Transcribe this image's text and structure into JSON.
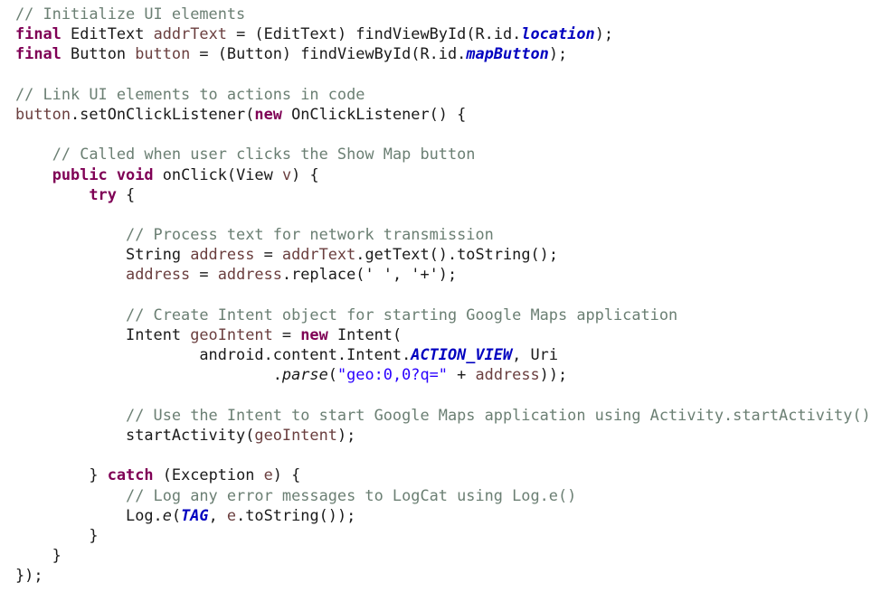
{
  "colors": {
    "comment": "#6b7f73",
    "keyword": "#7f0055",
    "variable": "#6a3e3e",
    "string": "#2a00ff",
    "static_field": "#0000c0"
  },
  "code_lines": [
    [
      [
        "// Initialize UI elements",
        "c"
      ]
    ],
    [
      [
        "final",
        "k"
      ],
      [
        " EditText ",
        ""
      ],
      [
        "addrText",
        "v"
      ],
      [
        " = (EditText) findViewById(R.id.",
        ""
      ],
      [
        "location",
        "f"
      ],
      [
        ");",
        ""
      ]
    ],
    [
      [
        "final",
        "k"
      ],
      [
        " Button ",
        ""
      ],
      [
        "button",
        "v"
      ],
      [
        " = (Button) findViewById(R.id.",
        ""
      ],
      [
        "mapButton",
        "f"
      ],
      [
        ");",
        ""
      ]
    ],
    [],
    [
      [
        "// Link UI elements to actions in code",
        "c"
      ]
    ],
    [
      [
        "button",
        "v"
      ],
      [
        ".setOnClickListener(",
        ""
      ],
      [
        "new",
        "k"
      ],
      [
        " OnClickListener() {",
        ""
      ]
    ],
    [],
    [
      [
        "    ",
        ""
      ],
      [
        "// Called when user clicks the Show Map button",
        "c"
      ]
    ],
    [
      [
        "    ",
        ""
      ],
      [
        "public",
        "k"
      ],
      [
        " ",
        ""
      ],
      [
        "void",
        "k"
      ],
      [
        " onClick(View ",
        ""
      ],
      [
        "v",
        "v"
      ],
      [
        ") {",
        ""
      ]
    ],
    [
      [
        "        ",
        ""
      ],
      [
        "try",
        "k"
      ],
      [
        " {",
        ""
      ]
    ],
    [],
    [
      [
        "            ",
        ""
      ],
      [
        "// Process text for network transmission",
        "c"
      ]
    ],
    [
      [
        "            String ",
        ""
      ],
      [
        "address",
        "v"
      ],
      [
        " = ",
        ""
      ],
      [
        "addrText",
        "v"
      ],
      [
        ".getText().toString();",
        ""
      ]
    ],
    [
      [
        "            ",
        ""
      ],
      [
        "address",
        "v"
      ],
      [
        " = ",
        ""
      ],
      [
        "address",
        "v"
      ],
      [
        ".replace(' ', '+');",
        ""
      ]
    ],
    [],
    [
      [
        "            ",
        ""
      ],
      [
        "// Create Intent object for starting Google Maps application",
        "c"
      ]
    ],
    [
      [
        "            Intent ",
        ""
      ],
      [
        "geoIntent",
        "v"
      ],
      [
        " = ",
        ""
      ],
      [
        "new",
        "k"
      ],
      [
        " Intent(",
        ""
      ]
    ],
    [
      [
        "                    android.content.Intent.",
        ""
      ],
      [
        "ACTION_VIEW",
        "f"
      ],
      [
        ", Uri",
        ""
      ]
    ],
    [
      [
        "                            .",
        ""
      ],
      [
        "parse",
        "m"
      ],
      [
        "(",
        ""
      ],
      [
        "\"geo:0,0?q=\"",
        "s"
      ],
      [
        " + ",
        ""
      ],
      [
        "address",
        "v"
      ],
      [
        "));",
        ""
      ]
    ],
    [],
    [
      [
        "            ",
        ""
      ],
      [
        "// Use the Intent to start Google Maps application using Activity.startActivity()",
        "c"
      ]
    ],
    [
      [
        "            startActivity(",
        ""
      ],
      [
        "geoIntent",
        "v"
      ],
      [
        ");",
        ""
      ]
    ],
    [],
    [
      [
        "        } ",
        ""
      ],
      [
        "catch",
        "k"
      ],
      [
        " (Exception ",
        ""
      ],
      [
        "e",
        "v"
      ],
      [
        ") {",
        ""
      ]
    ],
    [
      [
        "            ",
        ""
      ],
      [
        "// Log any error messages to LogCat using Log.e()",
        "c"
      ]
    ],
    [
      [
        "            Log.",
        ""
      ],
      [
        "e",
        "m"
      ],
      [
        "(",
        ""
      ],
      [
        "TAG",
        "f"
      ],
      [
        ", ",
        ""
      ],
      [
        "e",
        "v"
      ],
      [
        ".toString());",
        ""
      ]
    ],
    [
      [
        "        }",
        ""
      ]
    ],
    [
      [
        "    }",
        ""
      ]
    ],
    [
      [
        "});",
        ""
      ]
    ]
  ]
}
